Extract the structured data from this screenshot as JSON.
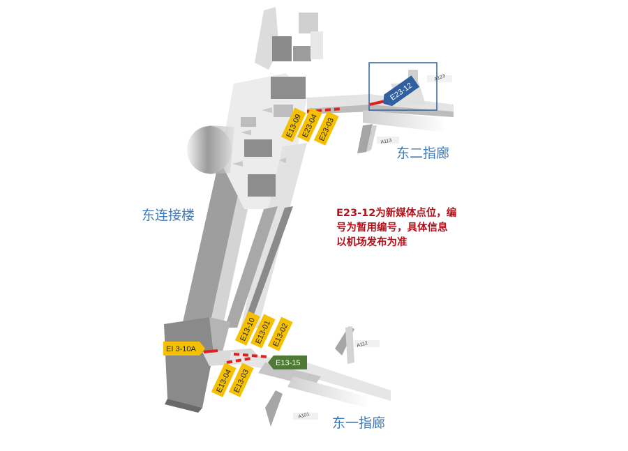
{
  "areas": {
    "east_connector": "东连接楼",
    "east_pier_2": "东二指廊",
    "east_pier_1": "东一指廊"
  },
  "note_lines": [
    "E23-12为新媒体点位，编",
    "号为暂用编号，具体信息",
    "以机场发布为准"
  ],
  "gates": {
    "a123": "A123",
    "a113": "A113",
    "a112": "A112",
    "a101": "A101"
  },
  "points": {
    "e23_12": "E23-12",
    "e13_09": "E13-09",
    "e23_04": "E23-04",
    "e23_03": "E23-03",
    "e13_10": "E13-10",
    "e13_01": "E13-01",
    "e13_02": "E13-02",
    "e13_10a": "EI 3-10A",
    "e13_04": "E13-04",
    "e13_03": "E13-03",
    "e13_15": "E13-15"
  },
  "colors": {
    "yellow_marker": "#f5c000",
    "blue_marker": "#2f5f9e",
    "green_marker": "#4e7a35",
    "red_dash": "#e0201c",
    "area_label": "#3d78b8",
    "note_text": "#b0121b"
  }
}
